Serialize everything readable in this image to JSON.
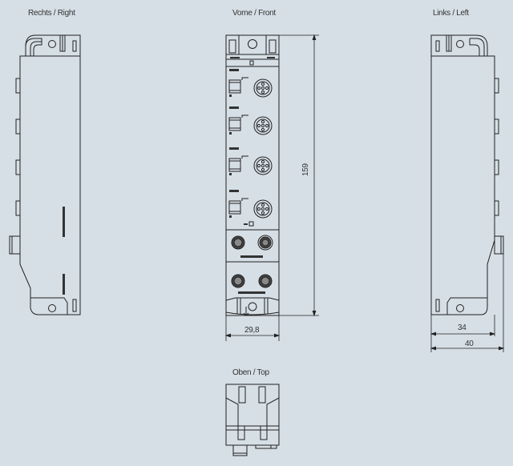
{
  "views": {
    "right": {
      "label": "Rechts / Right"
    },
    "front": {
      "label": "Vorne / Front"
    },
    "left": {
      "label": "Links / Left"
    },
    "top": {
      "label": "Oben / Top"
    }
  },
  "dimensions": {
    "height": "159",
    "front_width": "29,8",
    "depth_body": "34",
    "depth_total": "40"
  },
  "colors": {
    "background": "#d6dfe6",
    "line": "#222222"
  },
  "front_panel": {
    "port_count": 4,
    "bottom_connector_rows": 2
  }
}
